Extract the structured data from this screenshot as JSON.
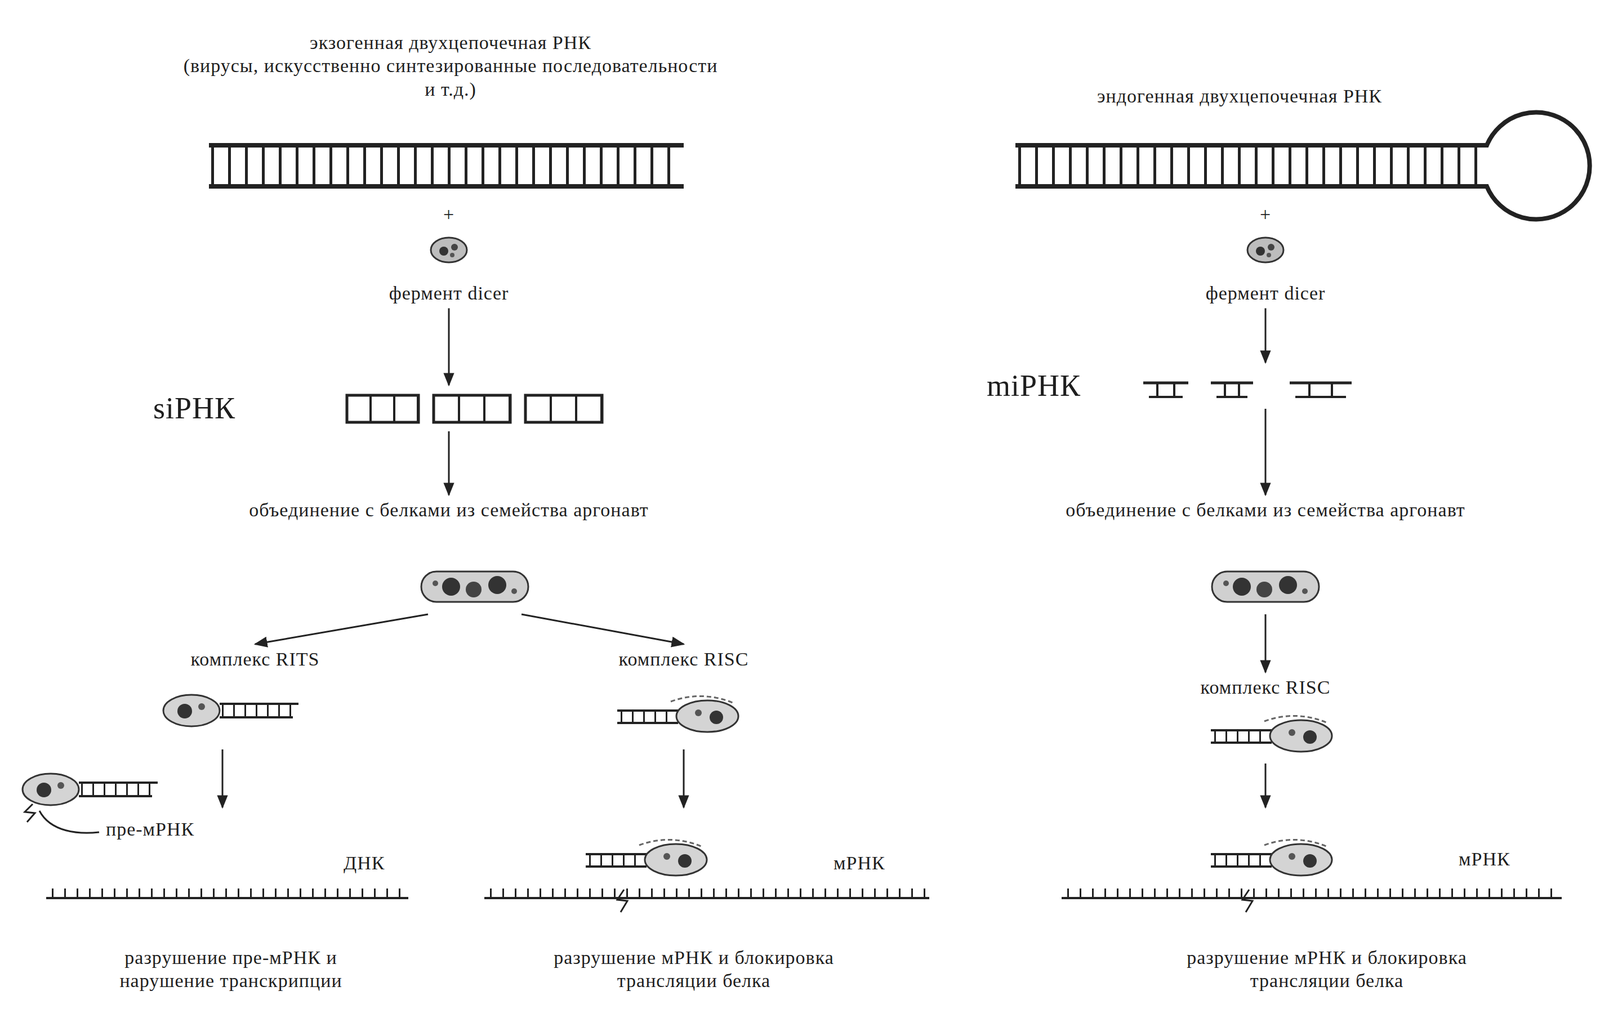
{
  "diagram": {
    "nodes": [
      {
        "text": [
          "экзогенная двухцепочечная РНК",
          "(вирусы, искусственно синтезированные последовательности и т.д.)"
        ]
      },
      {
        "text": [
          "фермент dicer"
        ]
      },
      {
        "text": [
          "siРНК"
        ]
      },
      {
        "text": [
          "объединение с белками из семейства аргонавт"
        ]
      },
      {
        "text": [
          "комплекс RITS"
        ]
      },
      {
        "text": [
          "комплекс RISC"
        ]
      },
      {
        "text": [
          "разрушение пре-мРНК и нарушение транскрипции"
        ]
      },
      {
        "text": [
          "разрушение мРНК и блокировка трансляции белка"
        ]
      },
      {
        "text": [
          "эндогенная двухцепочечная РНК"
        ]
      },
      {
        "text": [
          "фермент dicer"
        ]
      },
      {
        "text": [
          "miРНК"
        ]
      },
      {
        "text": [
          "объединение с белками из семейства аргонавт"
        ]
      },
      {
        "text": [
          "комплекс RISC"
        ]
      },
      {
        "text": [
          "разрушение мРНК и блокировка трансляции белка"
        ]
      }
    ],
    "edges": [
      {
        "from": 1,
        "to": 2,
        "arrow": "to"
      },
      {
        "from": 2,
        "to": 3,
        "arrow": "to"
      },
      {
        "from": 3,
        "to": 4,
        "arrow": "to"
      },
      {
        "from": 3,
        "to": 5,
        "arrow": "to"
      },
      {
        "from": 4,
        "to": 6,
        "arrow": "to"
      },
      {
        "from": 5,
        "to": 7,
        "arrow": "to"
      },
      {
        "from": 9,
        "to": 10,
        "arrow": "to"
      },
      {
        "from": 10,
        "to": 11,
        "arrow": "to"
      },
      {
        "from": 11,
        "to": 12,
        "arrow": "to"
      },
      {
        "from": 12,
        "to": 13,
        "arrow": "to"
      }
    ],
    "labels": [
      "+",
      "+",
      "пре-мРНК",
      "ДНК",
      "мРНК",
      "мРНК"
    ]
  }
}
